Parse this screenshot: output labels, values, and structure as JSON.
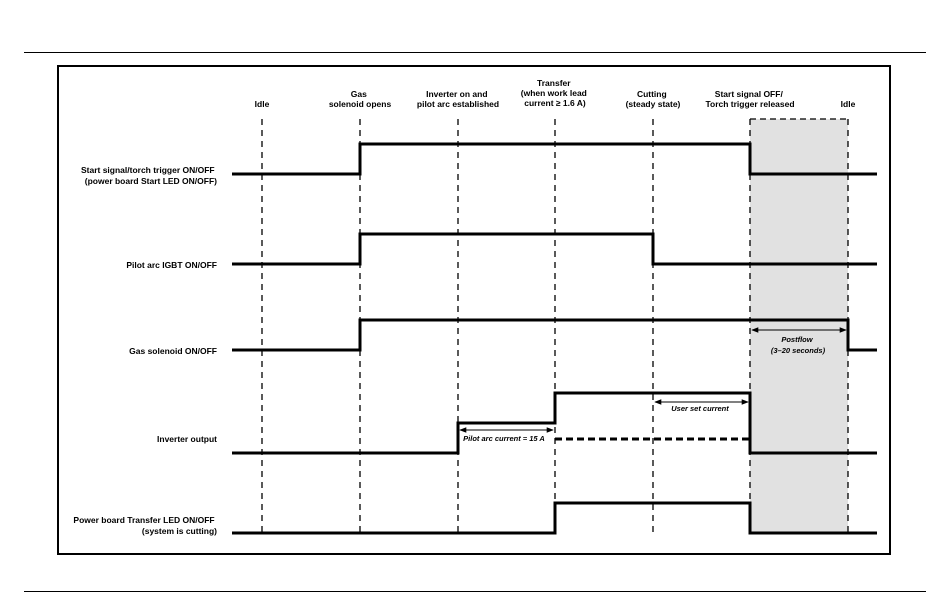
{
  "phases": [
    {
      "lines": [
        "Idle"
      ]
    },
    {
      "lines": [
        "Gas",
        "solenoid opens"
      ]
    },
    {
      "lines": [
        "Inverter on and",
        "pilot arc established"
      ]
    },
    {
      "lines": [
        "Transfer",
        "(when work lead",
        "current ≥ 1.6 A)"
      ]
    },
    {
      "lines": [
        "Cutting",
        "(steady state)"
      ]
    },
    {
      "lines": [
        "Start signal OFF/",
        "Torch trigger released"
      ]
    },
    {
      "lines": [
        "Idle"
      ]
    }
  ],
  "signals": [
    {
      "lines": [
        "Start signal/torch trigger ON/OFF",
        "(power board Start LED ON/OFF)"
      ]
    },
    {
      "lines": [
        "Pilot arc IGBT ON/OFF"
      ]
    },
    {
      "lines": [
        "Gas solenoid ON/OFF"
      ]
    },
    {
      "lines": [
        "Inverter output"
      ]
    },
    {
      "lines": [
        "Power board Transfer LED ON/OFF",
        "(system is cutting)"
      ]
    }
  ],
  "annotations": {
    "postflow": [
      "Postflow",
      "(3–20 seconds)"
    ],
    "user_set_current": "User set current",
    "pilot_arc_current": "Pilot arc current = 15 A"
  }
}
